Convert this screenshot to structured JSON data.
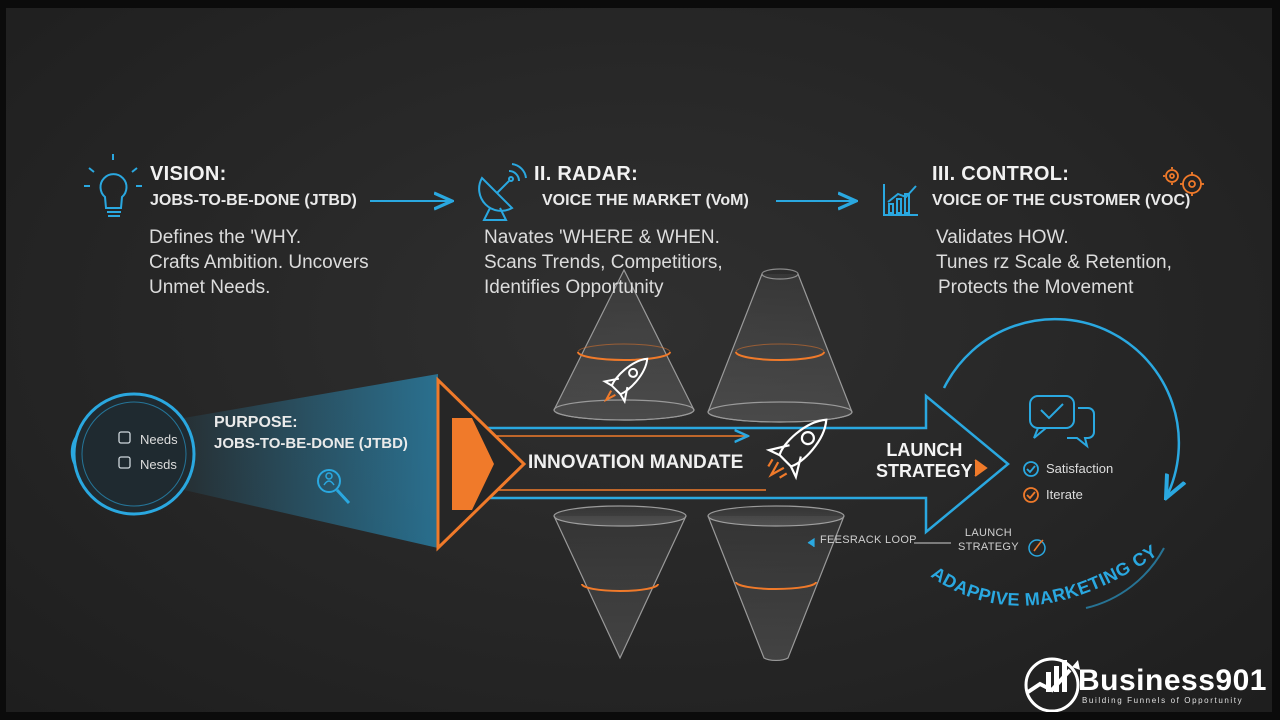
{
  "columns": [
    {
      "heading": "VISION:",
      "subheading": "JOBS-TO-BE-DONE (JTBD)",
      "lines": [
        "Defines the 'WHY.",
        "Crafts Ambition. Uncovers",
        "Unmet Needs."
      ],
      "icon": "lightbulb-icon"
    },
    {
      "heading": "II. RADAR:",
      "subheading": "VOICE THE MARKET (VoM)",
      "lines": [
        "Navates 'WHERE & WHEN.",
        "Scans Trends, Competitiors,",
        "Identifies Opportunity"
      ],
      "icon": "satellite-dish-icon"
    },
    {
      "heading": "III. CONTROL:",
      "subheading": "VOICE OF THE CUSTOMER (VOC)",
      "lines": [
        "Validates HOW.",
        "Tunes rz Scale & Retention,",
        "Protects the Movement"
      ],
      "icon": "chart-bars-icon"
    }
  ],
  "purpose": {
    "heading": "PURPOSE:",
    "subheading": "JOBS-TO-BE-DONE (JTBD)",
    "needs": [
      "Needs",
      "Nesds"
    ],
    "icon": "magnifier-icon"
  },
  "center_label": "INNOVATION MANDATE",
  "launch_strategy": [
    "LAUNCH",
    "STRATEGY"
  ],
  "cycle": {
    "items": [
      "Satisfaction",
      "Iterate"
    ],
    "arc_label": "ADAPPIVE MARKETING CYCLE",
    "feedback": "FEESRACK LOOP",
    "launch_small": [
      "LAUNCH",
      "STRATEGY"
    ]
  },
  "brand": {
    "name": "Business901",
    "tagline": "Building Funnels of Opportunity"
  },
  "colors": {
    "accent_blue": "#2aa8e0",
    "accent_orange": "#f07a2a",
    "background": "#282828"
  }
}
